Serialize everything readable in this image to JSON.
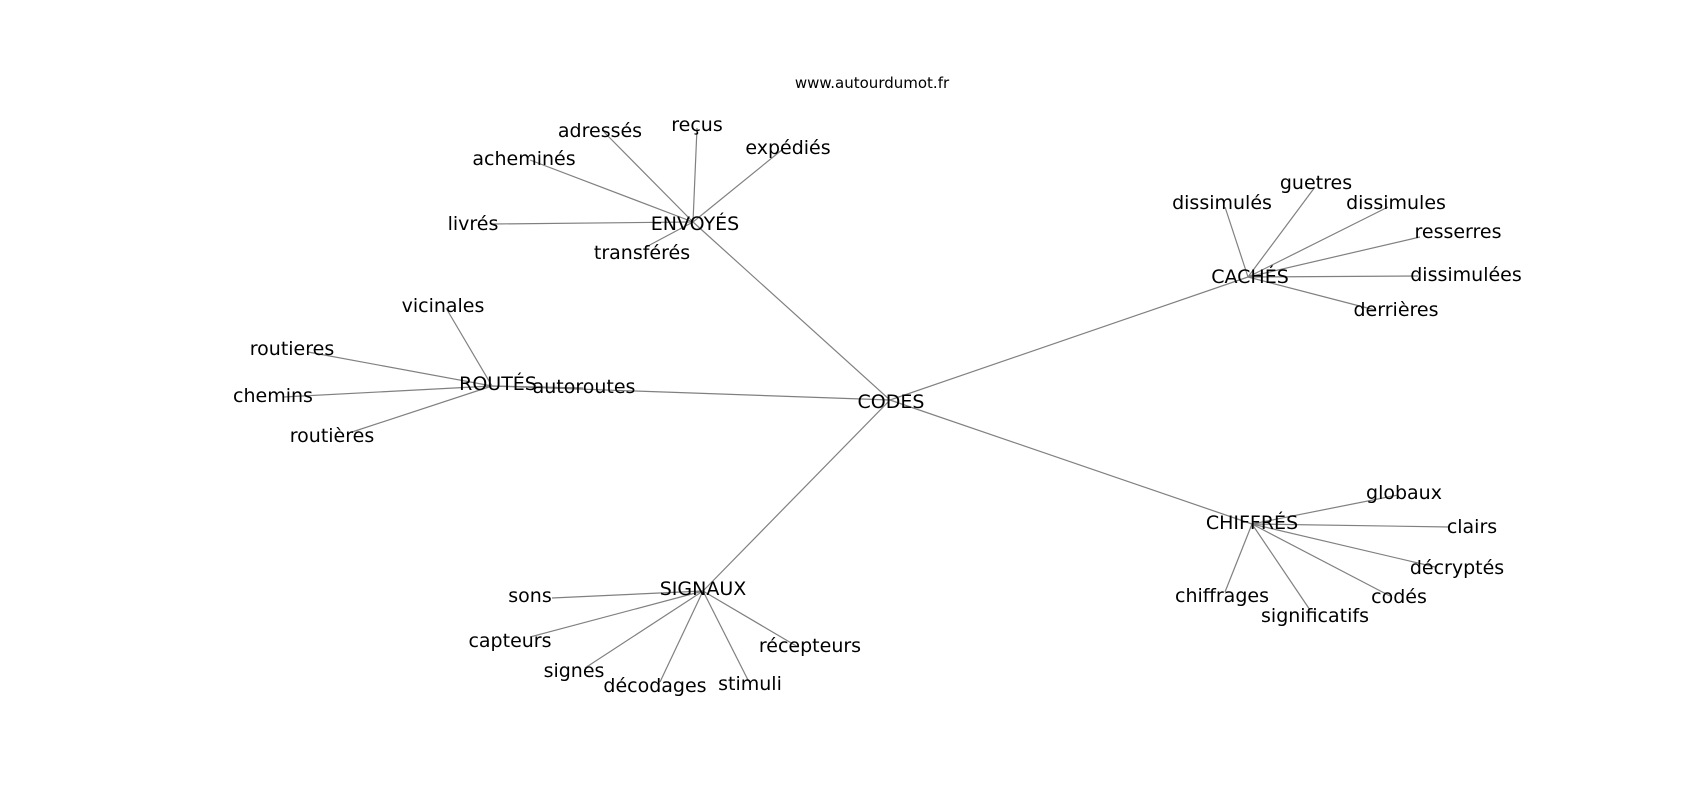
{
  "site": "www.autourdumot.fr",
  "colors": {
    "edge": "#808080",
    "text": "#000000",
    "background": "#ffffff"
  },
  "graph": {
    "center": "CODES",
    "groups": [
      {
        "hub": "ENVOYÉS",
        "leaves": [
          "adressés",
          "reçus",
          "expédiés",
          "acheminés",
          "livrés",
          "transférés"
        ]
      },
      {
        "hub": "ROUTÉS",
        "leaves": [
          "vicinales",
          "routieres",
          "chemins",
          "routières",
          "autoroutes"
        ]
      },
      {
        "hub": "CACHÉS",
        "leaves": [
          "dissimulés",
          "guetres",
          "dissimules",
          "resserres",
          "dissimulées",
          "derrières"
        ]
      },
      {
        "hub": "CHIFFRÉS",
        "leaves": [
          "globaux",
          "clairs",
          "décryptés",
          "codés",
          "significatifs",
          "chiffrages"
        ]
      },
      {
        "hub": "SIGNAUX",
        "leaves": [
          "sons",
          "capteurs",
          "signes",
          "décodages",
          "stimuli",
          "récepteurs"
        ]
      }
    ]
  }
}
